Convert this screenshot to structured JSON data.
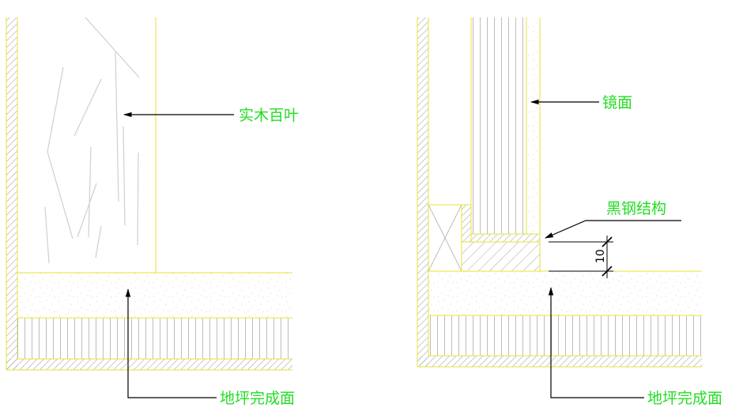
{
  "left_detail": {
    "label_louver": "实木百叶",
    "label_floor": "地坪完成面"
  },
  "right_detail": {
    "label_mirror": "镜面",
    "label_steel": "黑钢结构",
    "label_floor": "地坪完成面",
    "dimension": "10"
  },
  "colors": {
    "label": "#22dd22",
    "cad_line": "#e6e630",
    "hatch": "#b0b0b0",
    "leader": "#000000"
  }
}
